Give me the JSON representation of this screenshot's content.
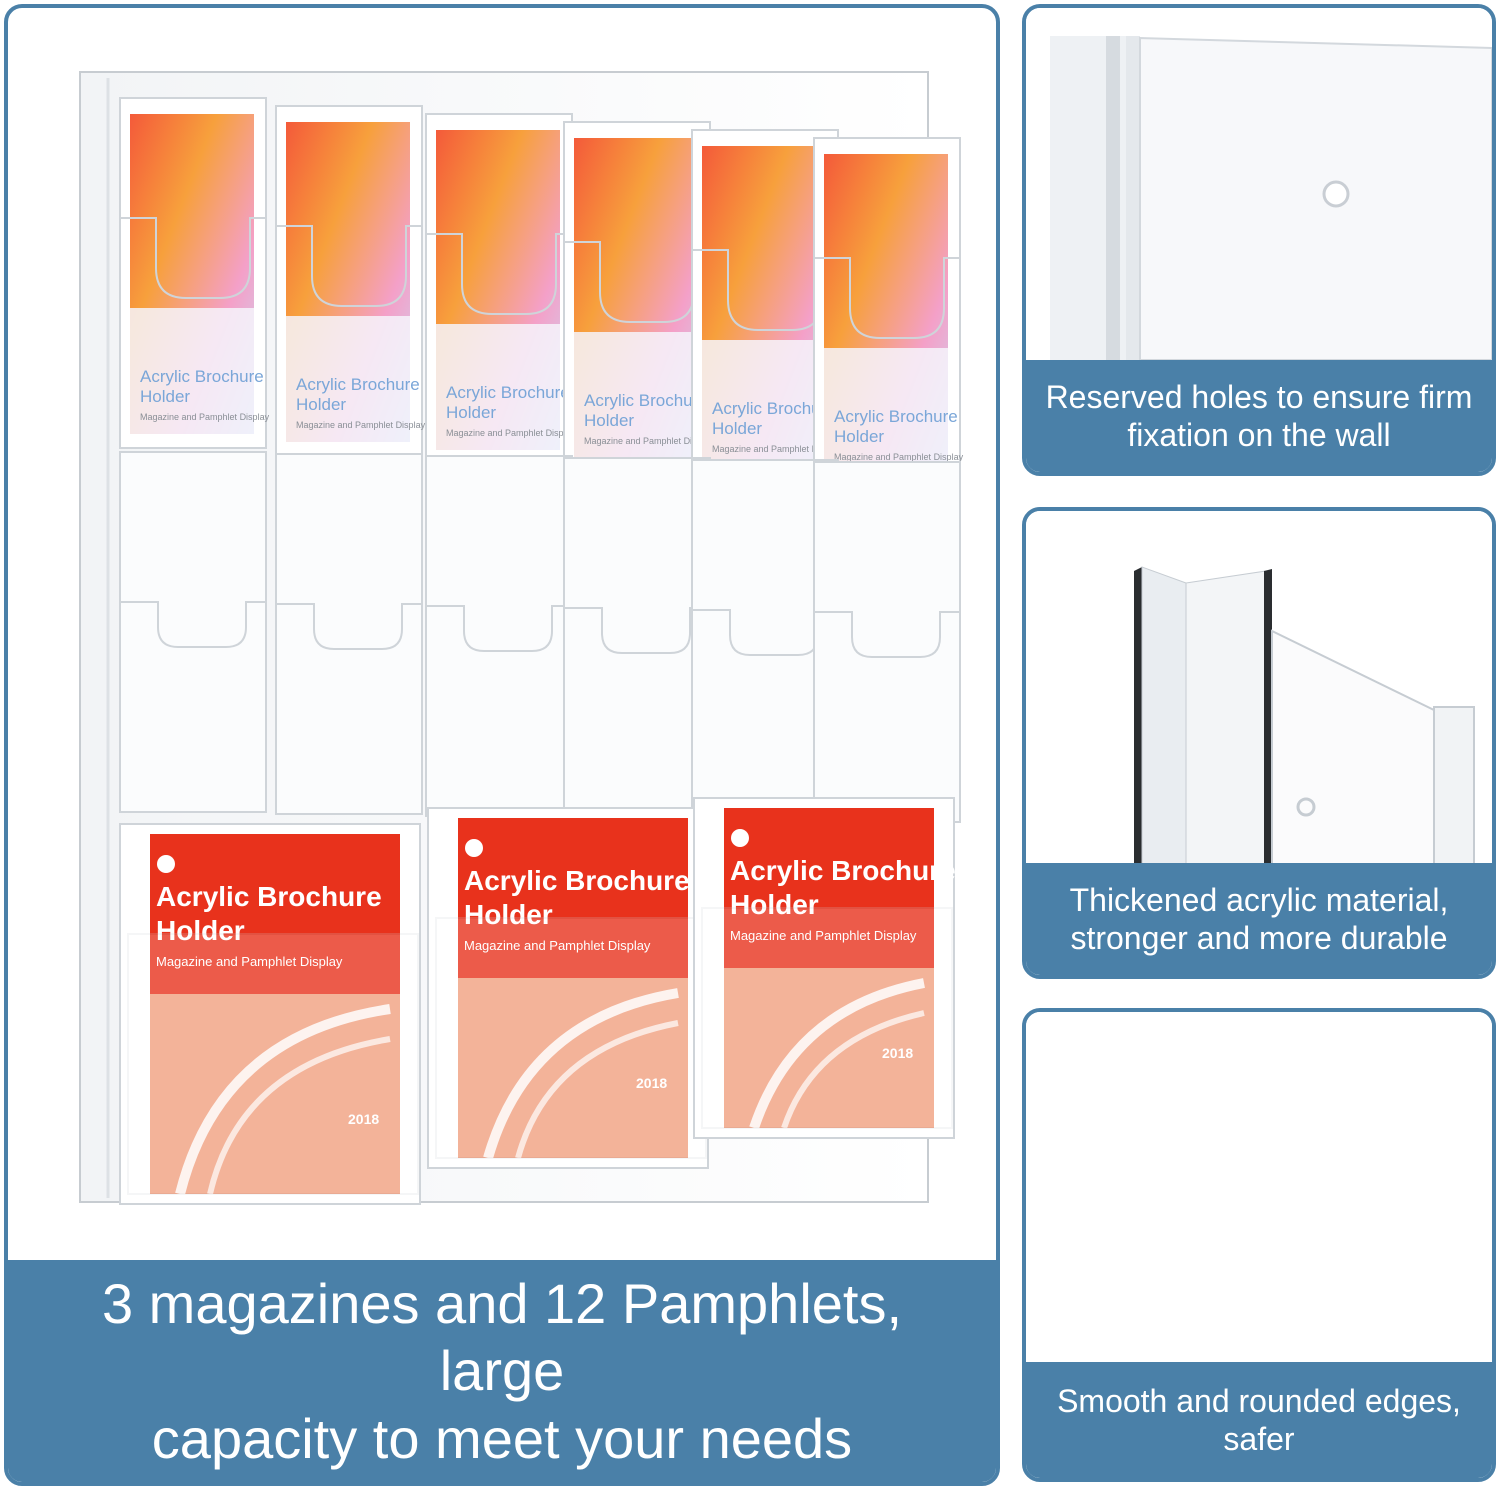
{
  "main": {
    "caption_line1": "3 magazines and 12 Pamphlets, large",
    "caption_line2": "capacity to meet your needs",
    "pamphlet": {
      "title_line1": "Acrylic Brochure",
      "title_line2": "Holder",
      "subtitle": "Magazine and Pamphlet Display"
    },
    "magazine": {
      "title_line1": "Acrylic Brochure",
      "title_line2": "Holder",
      "subtitle": "Magazine and Pamphlet Display",
      "year": "2018"
    }
  },
  "features": [
    {
      "line1": "Reserved holes to ensure firm",
      "line2": "fixation on the wall"
    },
    {
      "line1": "Thickened acrylic material,",
      "line2": "stronger and more durable"
    },
    {
      "line1": "Smooth and rounded edges,",
      "line2": "safer"
    }
  ],
  "colors": {
    "accent": "#4a80a8",
    "magazine_red": "#e8321c",
    "magazine_peach": "#f0a080",
    "pamphlet_orange": "#f7863a",
    "pamphlet_pink": "#f4a0c8"
  }
}
